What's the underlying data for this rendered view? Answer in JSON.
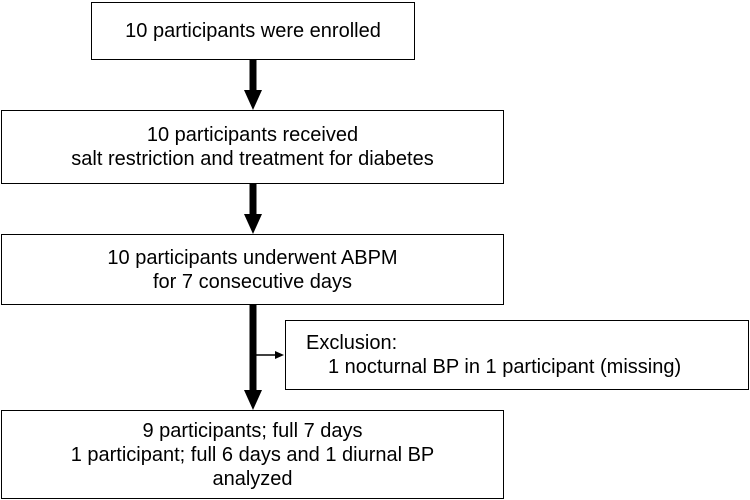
{
  "diagram": {
    "boxes": {
      "enrolled": {
        "lines": [
          "10 participants were enrolled"
        ]
      },
      "treatment": {
        "lines": [
          "10 participants received",
          "salt restriction and treatment for diabetes"
        ]
      },
      "abpm": {
        "lines": [
          "10 participants underwent ABPM",
          "for 7 consecutive days"
        ]
      },
      "exclusion": {
        "lines": [
          "Exclusion:",
          "1 nocturnal BP in 1 participant (missing)"
        ]
      },
      "analyzed": {
        "lines": [
          "9 participants; full 7 days",
          "1 participant; full 6 days and 1 diurnal BP",
          "analyzed"
        ]
      }
    },
    "colors": {
      "stroke": "#000000",
      "background": "#ffffff"
    }
  }
}
